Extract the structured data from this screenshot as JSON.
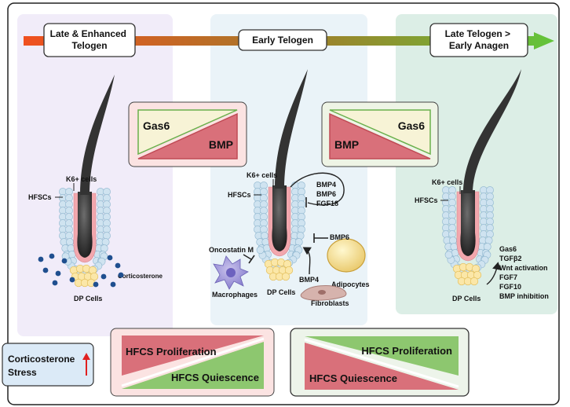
{
  "stages": {
    "late_enhanced_telogen": "Late & Enhanced Telogen",
    "early_telogen": "Early Telogen",
    "late_telogen_early_anagen": "Late Telogen > Early Anagen"
  },
  "panel_left": {
    "k6_label": "K6+ cells",
    "hfsc_label": "HFSCs",
    "dp_label": "DP Cells",
    "corticosterone_label": "Corticosterone"
  },
  "panel_middle": {
    "k6_label": "K6+ cells",
    "hfsc_label": "HFSCs",
    "dp_label": "DP Cells",
    "factors_list": [
      "BMP4",
      "BMP6",
      "FGF18"
    ],
    "bmp6_label": "BMP6",
    "bmp4_label": "BMP4",
    "adipocytes_label": "Adipocytes",
    "fibroblasts_label": "Fibroblasts",
    "macrophages_label": "Macrophages",
    "oncostatin_label": "Oncostatin M"
  },
  "panel_right": {
    "k6_label": "K6+ cells",
    "hfsc_label": "HFSCs",
    "dp_label": "DP Cells",
    "factors_list": [
      "Gas6",
      "TGFβ2",
      "Wnt activation",
      "FGF7",
      "FGF10",
      "BMP inhibition"
    ]
  },
  "balance_left": {
    "top_label": "Gas6",
    "bottom_label": "BMP"
  },
  "balance_right": {
    "top_label": "Gas6",
    "bottom_label": "BMP"
  },
  "legend": {
    "line1": "Corticosterone",
    "line2": "Stress"
  },
  "outcome_left": {
    "top_label": "HFCS Proliferation",
    "bottom_label": "HFCS Quiescence"
  },
  "outcome_right": {
    "top_label": "HFCS Proliferation",
    "bottom_label": "HFCS Quiescence"
  },
  "colors": {
    "left_panel": "#f1ecf9",
    "middle_panel": "#eaf3f8",
    "right_panel": "#dceee6",
    "red": "#d9707a",
    "green": "#8dc76f",
    "cream": "#f7f3d6",
    "hfsc_blue": "#cfe3f0",
    "k6_pink": "#f2a7ad"
  }
}
